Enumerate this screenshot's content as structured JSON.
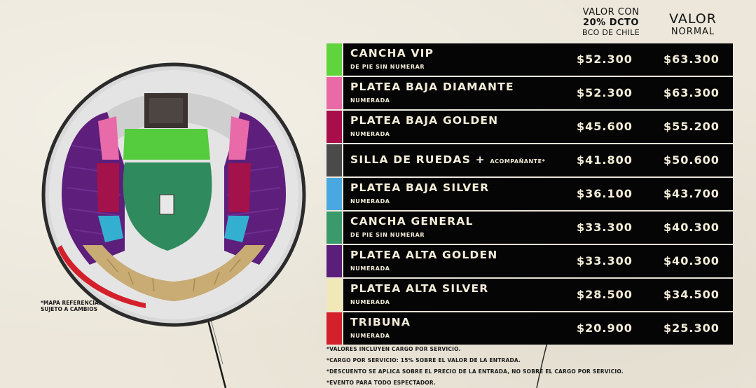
{
  "headers": {
    "discount": {
      "line1": "VALOR CON",
      "line2": "20% DCTO",
      "line3": "BCO DE CHILE"
    },
    "normal": {
      "line1": "VALOR",
      "line2": "NORMAL"
    }
  },
  "map_note": "*MAPA REFERENCIAL SUJETO A CAMBIOS",
  "rows": [
    {
      "name": "CANCHA VIP",
      "extra": "",
      "sub": "DE PIE SIN NUMERAR",
      "discount_price": "$52.300",
      "normal_price": "$63.300",
      "color": "#5fd43d"
    },
    {
      "name": "PLATEA BAJA DIAMANTE",
      "extra": "",
      "sub": "NUMERADA",
      "discount_price": "$52.300",
      "normal_price": "$63.300",
      "color": "#e86aa6"
    },
    {
      "name": "PLATEA BAJA GOLDEN",
      "extra": "",
      "sub": "NUMERADA",
      "discount_price": "$45.600",
      "normal_price": "$55.200",
      "color": "#a80f4a"
    },
    {
      "name": "SILLA DE RUEDAS + ",
      "extra": "ACOMPAÑANTE*",
      "sub": "",
      "discount_price": "$41.800",
      "normal_price": "$50.600",
      "color": "#4a4a4a"
    },
    {
      "name": "PLATEA BAJA SILVER",
      "extra": "",
      "sub": "NUMERADA",
      "discount_price": "$36.100",
      "normal_price": "$43.700",
      "color": "#4aa8e0"
    },
    {
      "name": "CANCHA GENERAL",
      "extra": "",
      "sub": "DE PIE SIN NUMERAR",
      "discount_price": "$33.300",
      "normal_price": "$40.300",
      "color": "#3a9a6c"
    },
    {
      "name": "PLATEA ALTA GOLDEN",
      "extra": "",
      "sub": "NUMERADA",
      "discount_price": "$33.300",
      "normal_price": "$40.300",
      "color": "#5b1e7a"
    },
    {
      "name": "PLATEA ALTA SILVER",
      "extra": "",
      "sub": "NUMERADA",
      "discount_price": "$28.500",
      "normal_price": "$34.500",
      "color": "#f1e8b8"
    },
    {
      "name": "TRIBUNA",
      "extra": "",
      "sub": "NUMERADA",
      "discount_price": "$20.900",
      "normal_price": "$25.300",
      "color": "#d4202b"
    }
  ],
  "notes": [
    "*VALORES INCLUYEN CARGO POR SERVICIO.",
    "*CARGO POR SERVICIO: 15% SOBRE EL VALOR DE LA ENTRADA.",
    "*DESCUENTO SE APLICA SOBRE EL PRECIO DE LA ENTRADA, NO SOBRE EL CARGO POR SERVICIO.",
    "*EVENTO PARA TODO ESPECTADOR."
  ]
}
